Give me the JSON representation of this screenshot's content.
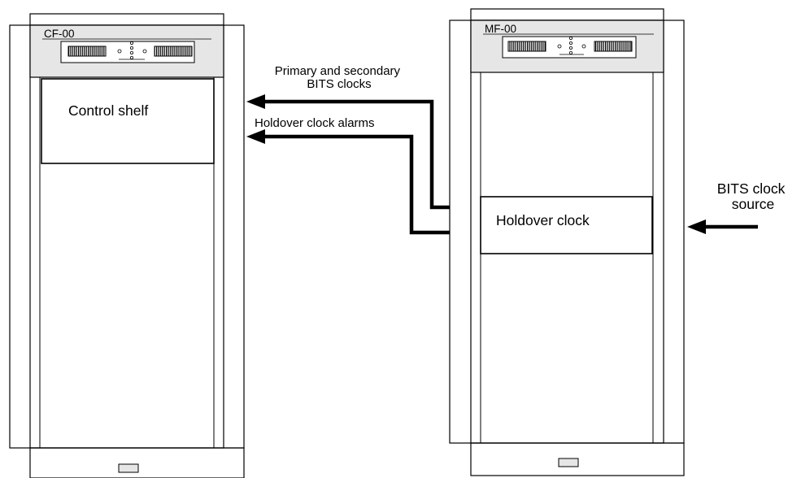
{
  "left_cabinet": {
    "frame_label": "CF-00",
    "shelf_label": "Control shelf"
  },
  "right_cabinet": {
    "frame_label": "MF-00",
    "shelf_label": "Holdover clock"
  },
  "signals": {
    "primary_secondary": [
      "Primary and secondary",
      "BITS clocks"
    ],
    "holdover_alarms": "Holdover clock alarms",
    "bits_source": [
      "BITS clock",
      "source"
    ]
  },
  "colors": {
    "stroke": "#000000",
    "header_fill": "#e6e6e6"
  }
}
